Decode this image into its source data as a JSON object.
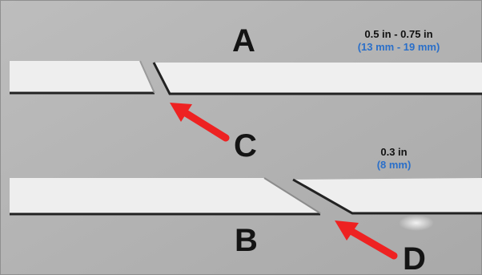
{
  "labels": {
    "a": "A",
    "b": "B",
    "c": "C",
    "d": "D"
  },
  "gap_a": {
    "imperial": "0.5 in - 0.75 in",
    "metric": "(13 mm - 19 mm)"
  },
  "gap_b": {
    "imperial": "0.3 in",
    "metric": "(8 mm)"
  },
  "colors": {
    "arrow": "#ee2222",
    "metric_text": "#2a6fc9",
    "background": "#b4b4b4",
    "strip": "#ececec"
  }
}
